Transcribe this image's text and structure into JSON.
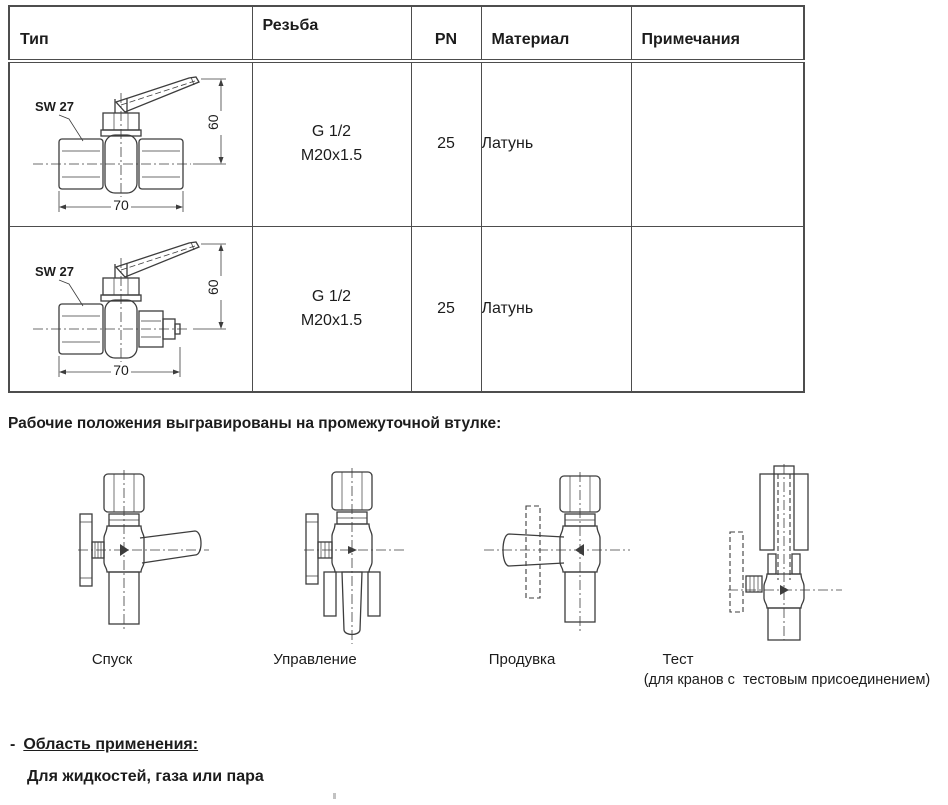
{
  "table": {
    "headers": {
      "type": "Тип",
      "thread": "Резьба",
      "pn": "PN",
      "material": "Материал",
      "notes": "Примечания"
    },
    "rows": [
      {
        "thread_line1": "G 1/2",
        "thread_line2": "M20x1.5",
        "pn": "25",
        "material": "Латунь",
        "notes": "",
        "drawing": {
          "sw_label": "SW 27",
          "width_dim": "70",
          "height_dim": "60"
        }
      },
      {
        "thread_line1": "G 1/2",
        "thread_line2": "M20x1.5",
        "pn": "25",
        "material": "Латунь",
        "notes": "",
        "drawing": {
          "sw_label": "SW 27",
          "width_dim": "70",
          "height_dim": "60"
        }
      }
    ]
  },
  "positions_section": {
    "heading": "Рабочие положения выгравированы на промежуточной втулке:",
    "items": [
      {
        "label": "Спуск",
        "sublabel": ""
      },
      {
        "label": "Управление",
        "sublabel": ""
      },
      {
        "label": "Продувка",
        "sublabel": ""
      },
      {
        "label": "Тест",
        "sublabel": "(для кранов с  тестовым присоединением)"
      }
    ]
  },
  "application": {
    "dash": "-",
    "title": "Область применения:",
    "body": "Для жидкостей, газа или пара"
  }
}
